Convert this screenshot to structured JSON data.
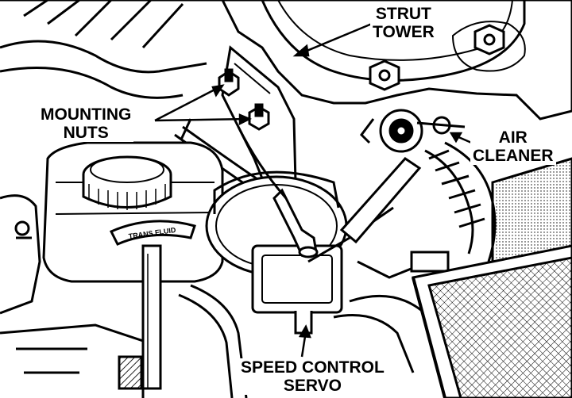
{
  "colors": {
    "ink": "#000000",
    "paper": "#ffffff",
    "hatch": "#222222"
  },
  "callouts": {
    "strut_tower": {
      "line1": "STRUT",
      "line2": "TOWER"
    },
    "mounting_nuts": {
      "line1": "MOUNTING",
      "line2": "NUTS"
    },
    "air_cleaner": {
      "line1": "AIR",
      "line2": "CLEANER"
    },
    "speed_control_servo": {
      "line1": "SPEED CONTROL",
      "line2": "SERVO"
    }
  },
  "cap_lettering": "TRANS FLUID"
}
